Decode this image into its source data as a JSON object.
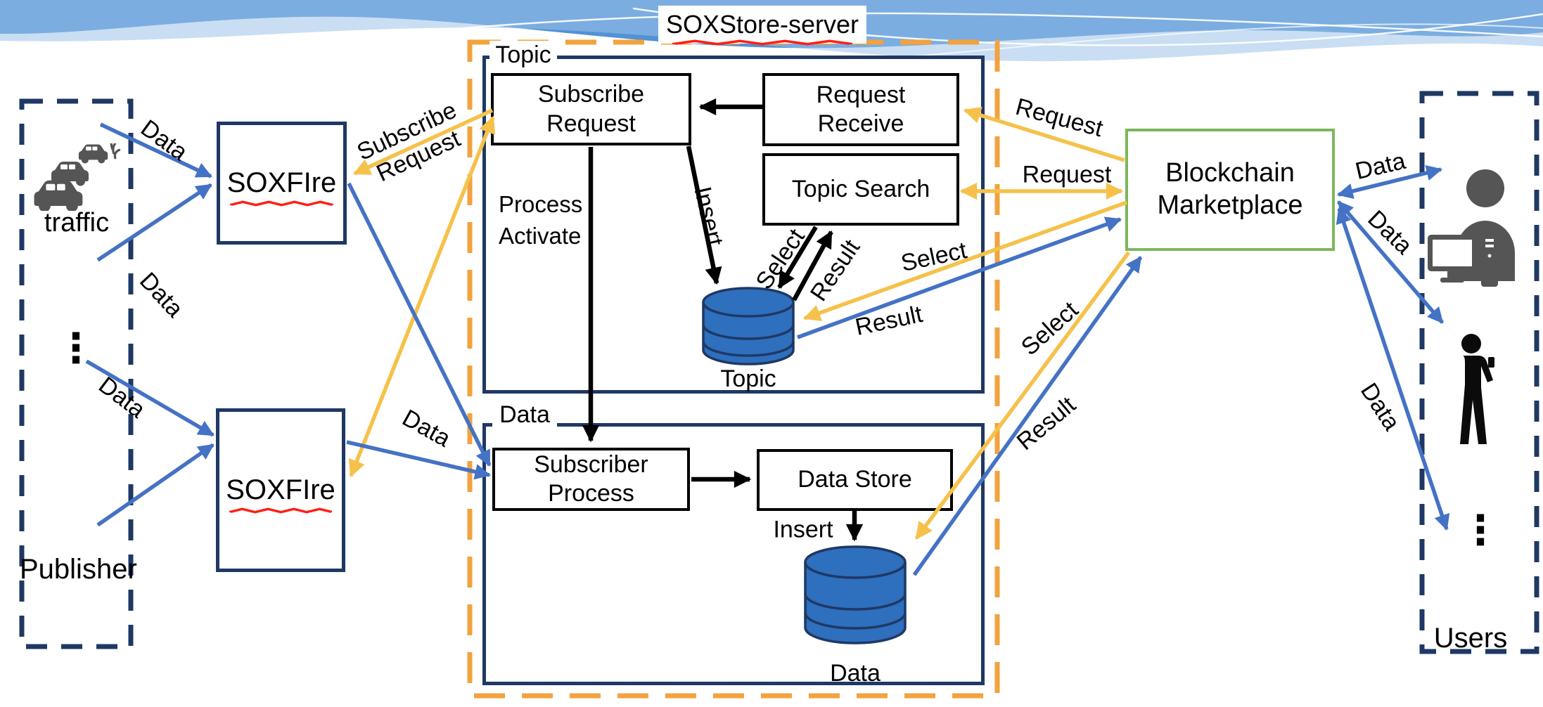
{
  "title": "SOXStore-server",
  "sections": {
    "topic": "Topic",
    "data": "Data"
  },
  "regions": {
    "publisher": "Publisher",
    "users": "Users",
    "traffic": "traffic",
    "publisher_ellipsis": "⋮",
    "users_ellipsis": "⋮"
  },
  "nodes": {
    "soxfire_top": "SOXFIre",
    "soxfire_bottom": "SOXFIre",
    "subscribe_request": "Subscribe Request",
    "request_receive": "Request Receive",
    "topic_search": "Topic Search",
    "subscriber_process": "Subscriber Process",
    "data_store": "Data Store",
    "blockchain": "Blockchain Marketplace",
    "topic_db": "Topic",
    "data_db": "Data"
  },
  "edge_labels": {
    "data_pub_top": "Data",
    "data_pub_mid": "Data",
    "data_pub_bottom": "Data",
    "data_soxfire2_sp": "Data",
    "subscribe_line1": "Subscribe",
    "subscribe_line2": "Request",
    "process_activate": "Process Activate",
    "insert_topic": "Insert",
    "insert_data": "Insert",
    "select_internal": "Select",
    "result_internal": "Result",
    "select_topic": "Select",
    "result_topic": "Result",
    "select_data": "Select",
    "result_data": "Result",
    "request_receive_edge": "Request",
    "topic_search_edge": "Request",
    "data_user_top": "Data",
    "data_user_mid": "Data",
    "data_user_bottom": "Data"
  },
  "colors": {
    "navy": "#1F3864",
    "orange": "#F2A23E",
    "yellow": "#F6C14B",
    "blue": "#4472C4",
    "green": "#7CB75A",
    "black": "#000000",
    "db_fill": "#2E6FBE",
    "wave_main": "#5292D4",
    "wave_light": "#9CC3EA",
    "squiggle": "#FF1E14",
    "icon_gray": "#555555"
  }
}
